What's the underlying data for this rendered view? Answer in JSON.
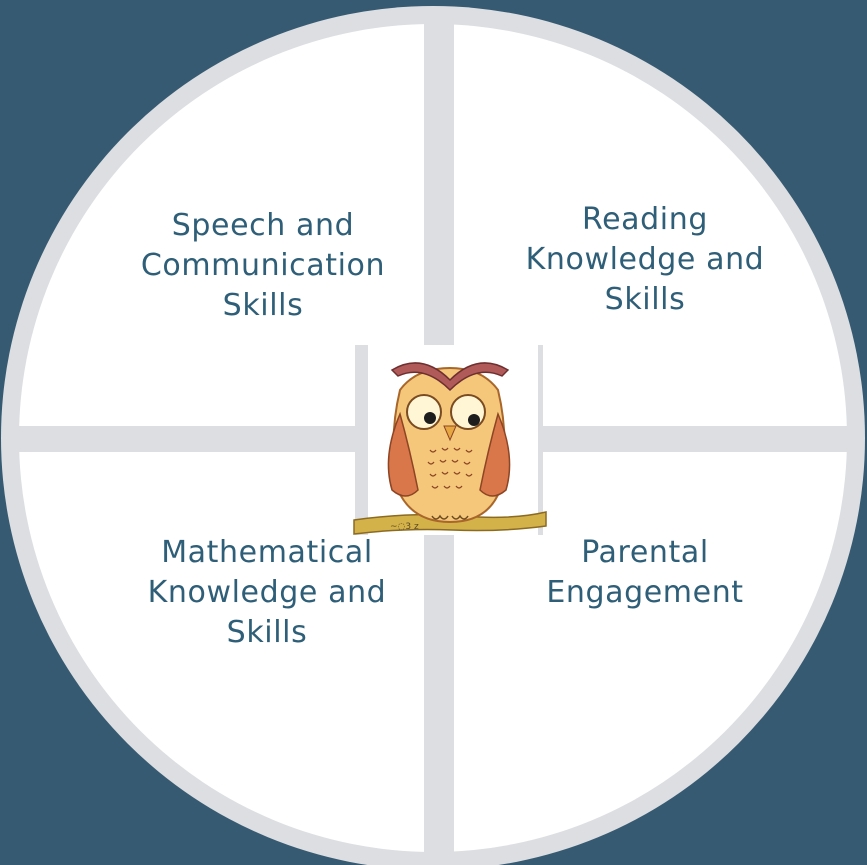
{
  "diagram": {
    "colors": {
      "background": "#365a72",
      "circle": "#dcdee1",
      "quadrant_fill": "#ffffff",
      "label_text": "#2f5f78"
    },
    "quadrants": {
      "top_left": "Speech and Communication Skills",
      "top_right": "Reading Knowledge and Skills",
      "bottom_left": "Mathematical Knowledge and Skills",
      "bottom_right": "Parental Engagement"
    },
    "center_image": "owl-illustration"
  }
}
